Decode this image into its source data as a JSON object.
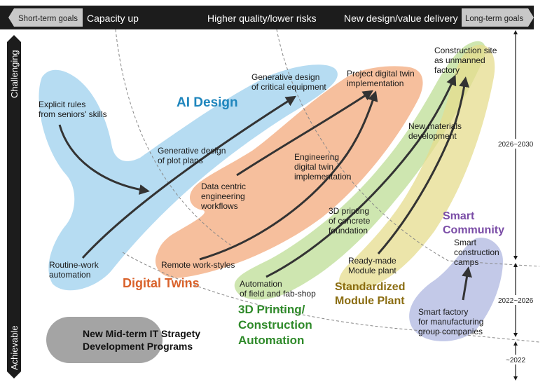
{
  "header": {
    "short_term": "Short-term goals",
    "capacity": "Capacity up",
    "quality": "Higher quality/lower risks",
    "value": "New design/value delivery",
    "long_term": "Long-term goals"
  },
  "side_axis": {
    "challenging": "Challenging",
    "achievable": "Achievable"
  },
  "periods": {
    "p1": "2026~2030",
    "p2": "2022~2026",
    "p3": "~2022"
  },
  "bands": {
    "ai_design": "AI Design",
    "digital_twins": "Digital Twins",
    "printing_l1": "3D Printing/",
    "printing_l2": "Construction",
    "printing_l3": "Automation",
    "modular_l1": "Standardized",
    "modular_l2": "Module Plant",
    "smart_l1": "Smart",
    "smart_l2": "Community"
  },
  "legend": {
    "line1": "New Mid-term IT Stragety",
    "line2": "Development Programs"
  },
  "colors": {
    "header_bg": "#1c1c1c",
    "ai_design": "#a9d6f0",
    "digital_twins": "#f4b48c",
    "printing": "#c6e2a2",
    "modular": "#e5dc8d",
    "smart": "#bcc3e6",
    "ai_title": "#1f86bd",
    "twins_title": "#d9622b",
    "printing_title": "#2f8a2a",
    "modular_title": "#8a6c10",
    "smart_title": "#7a4ca6"
  },
  "labels": {
    "explicit_l1": "Explicit rules",
    "explicit_l2": "from seniors' skills",
    "routine_l1": "Routine-work",
    "routine_l2": "automation",
    "gen_plot_l1": "Generative design",
    "gen_plot_l2": "of plot plans",
    "gen_equip_l1": "Generative design",
    "gen_equip_l2": "of critical equipment",
    "data_l1": "Data centric",
    "data_l2": "engineering",
    "data_l3": "workflows",
    "eng_twin_l1": "Engineering",
    "eng_twin_l2": "digital twin",
    "eng_twin_l3": "implementation",
    "proj_twin_l1": "Project digital twin",
    "proj_twin_l2": "implementation",
    "remote": "Remote work-styles",
    "automation_l1": "Automation",
    "automation_l2": "of field and fab-shop",
    "print3d_l1": "3D printing",
    "print3d_l2": "of concrete",
    "print3d_l3": "foundation",
    "materials_l1": "New materials",
    "materials_l2": "development",
    "site_l1": "Construction site",
    "site_l2": "as unmanned",
    "site_l3": "factory",
    "ready_l1": "Ready-made",
    "ready_l2": "Module plant",
    "camps_l1": "Smart",
    "camps_l2": "construction",
    "camps_l3": "camps",
    "factory_l1": "Smart factory",
    "factory_l2": "for manufacturing",
    "factory_l3": "group companies"
  }
}
